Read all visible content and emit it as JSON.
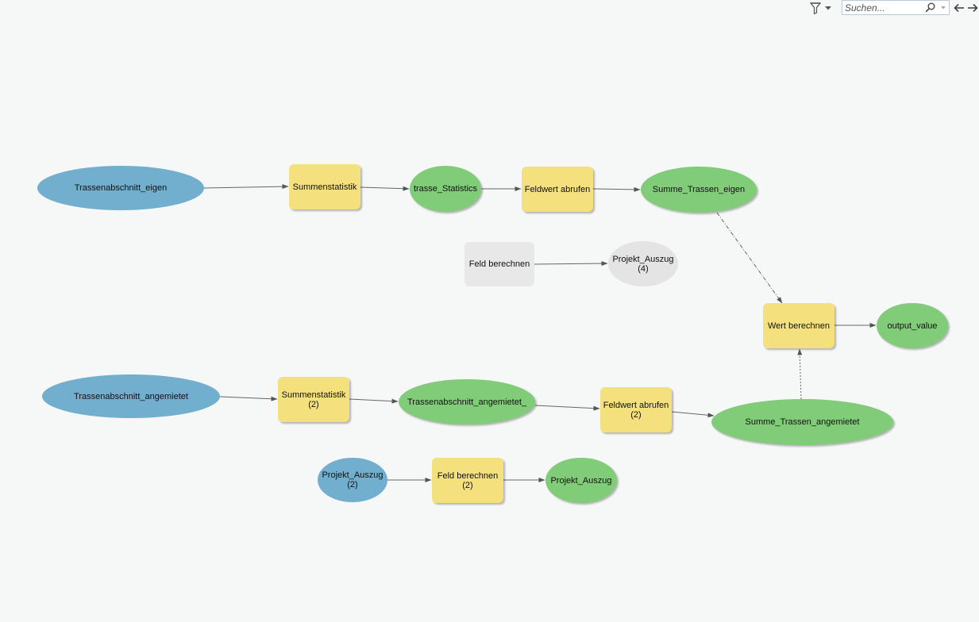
{
  "toolbar": {
    "search_placeholder": "Suchen...",
    "icons": [
      "filter-icon",
      "dropdown-icon",
      "search-icon",
      "back-arrow-icon",
      "forward-arrow-icon"
    ]
  },
  "colors": {
    "input_data": "#72aecd",
    "derived_data": "#80cc78",
    "tool": "#f4e07c",
    "inactive": "#e8e8e8",
    "background": "#f6f8f7"
  },
  "nodes": {
    "trassenabschnitt_eigen": {
      "label": "Trassenabschnitt_eigen"
    },
    "summenstatistik_1": {
      "label": "Summenstatistik"
    },
    "trasse_statistics": {
      "label": "trasse_Statistics"
    },
    "feldwert_abrufen_1": {
      "label": "Feldwert abrufen"
    },
    "summe_trassen_eigen": {
      "label": "Summe_Trassen_eigen"
    },
    "feld_berechnen_1": {
      "label": "Feld berechnen"
    },
    "projekt_auszug_4": {
      "label": "Projekt_Auszug",
      "sub": "(4)"
    },
    "wert_berechnen": {
      "label": "Wert berechnen"
    },
    "output_value": {
      "label": "output_value"
    },
    "trassenabschnitt_angemietet": {
      "label": "Trassenabschnitt_angemietet"
    },
    "summenstatistik_2": {
      "label": "Summenstatistik",
      "sub": "(2)"
    },
    "trassenabschnitt_angemietet_out": {
      "label": "Trassenabschnitt_angemietet_"
    },
    "feldwert_abrufen_2": {
      "label": "Feldwert abrufen",
      "sub": "(2)"
    },
    "summe_trassen_angemietet": {
      "label": "Summe_Trassen_angemietet"
    },
    "projekt_auszug_2": {
      "label": "Projekt_Auszug",
      "sub": "(2)"
    },
    "feld_berechnen_2": {
      "label": "Feld berechnen",
      "sub": "(2)"
    },
    "projekt_auszug_out": {
      "label": "Projekt_Auszug"
    }
  }
}
